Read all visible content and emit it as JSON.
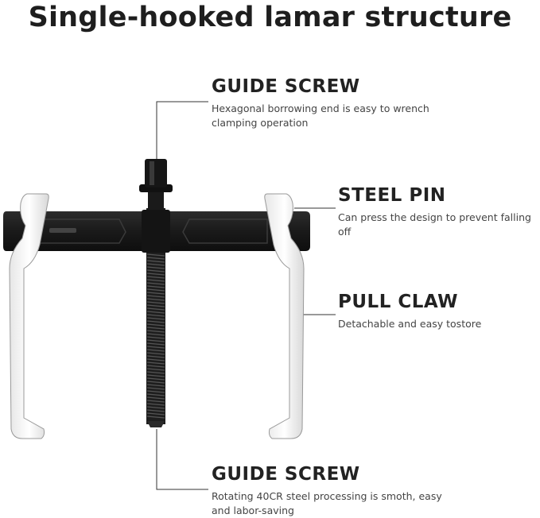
{
  "title": "Single-hooked lamar structure",
  "callouts": [
    {
      "title": "GUIDE SCREW",
      "desc_lines": [
        "Hexagonal borrowing end is easy to wrench",
        "clamping operation"
      ]
    },
    {
      "title": "STEEL PIN",
      "desc_lines": [
        "Can press the design to prevent falling off"
      ]
    },
    {
      "title": "PULL CLAW",
      "desc_lines": [
        "Detachable and easy tostore"
      ]
    },
    {
      "title": "GUIDE SCREW",
      "desc_lines": [
        "Rotating 40CR steel processing is smoth, easy",
        "and labor-saving"
      ]
    }
  ],
  "colors": {
    "crossbar": "#1c1c1c",
    "claw": "#ffffff",
    "claw_outline": "#9a9a9a",
    "leader_line": "#333333"
  }
}
